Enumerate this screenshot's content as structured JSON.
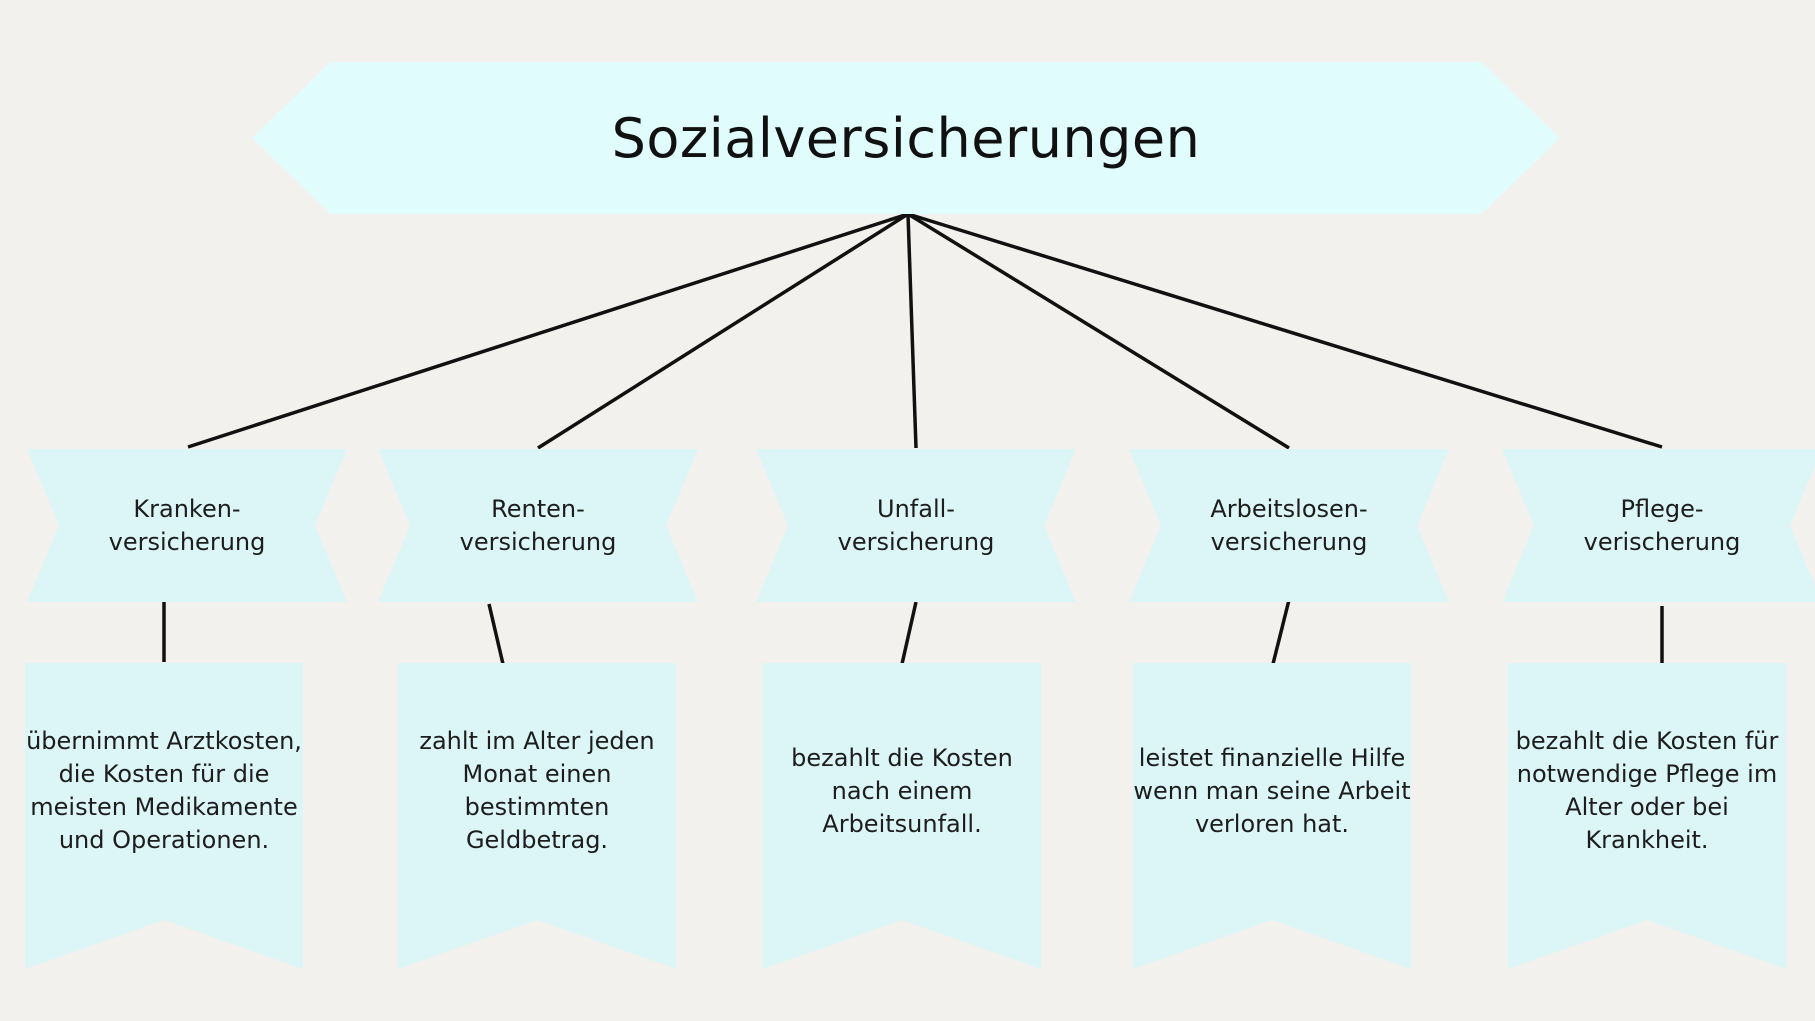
{
  "title": "Sozialversicherungen",
  "colors": {
    "background": "#f2f1ed",
    "title_banner": "#e0fcfc",
    "box_fill": "#dcf5f6",
    "line": "#111111"
  },
  "insurances": [
    {
      "name": "Kranken-\nversicherung",
      "description": "übernimmt Arztkosten,\ndie Kosten für die\nmeisten Medikamente\nund Operationen."
    },
    {
      "name": "Renten-\nversicherung",
      "description": "zahlt im Alter jeden\nMonat einen\nbestimmten\nGeldbetrag."
    },
    {
      "name": "Unfall-\nversicherung",
      "description": "bezahlt die Kosten\nnach einem\nArbeitsunfall."
    },
    {
      "name": "Arbeitslosen-\nversicherung",
      "description": "leistet finanzielle Hilfe\nwenn man seine Arbeit\nverloren hat."
    },
    {
      "name": "Pflege-\nverischerung",
      "description": "bezahlt die Kosten für\nnotwendige Pflege im\nAlter oder bei\nKrankheit."
    }
  ]
}
